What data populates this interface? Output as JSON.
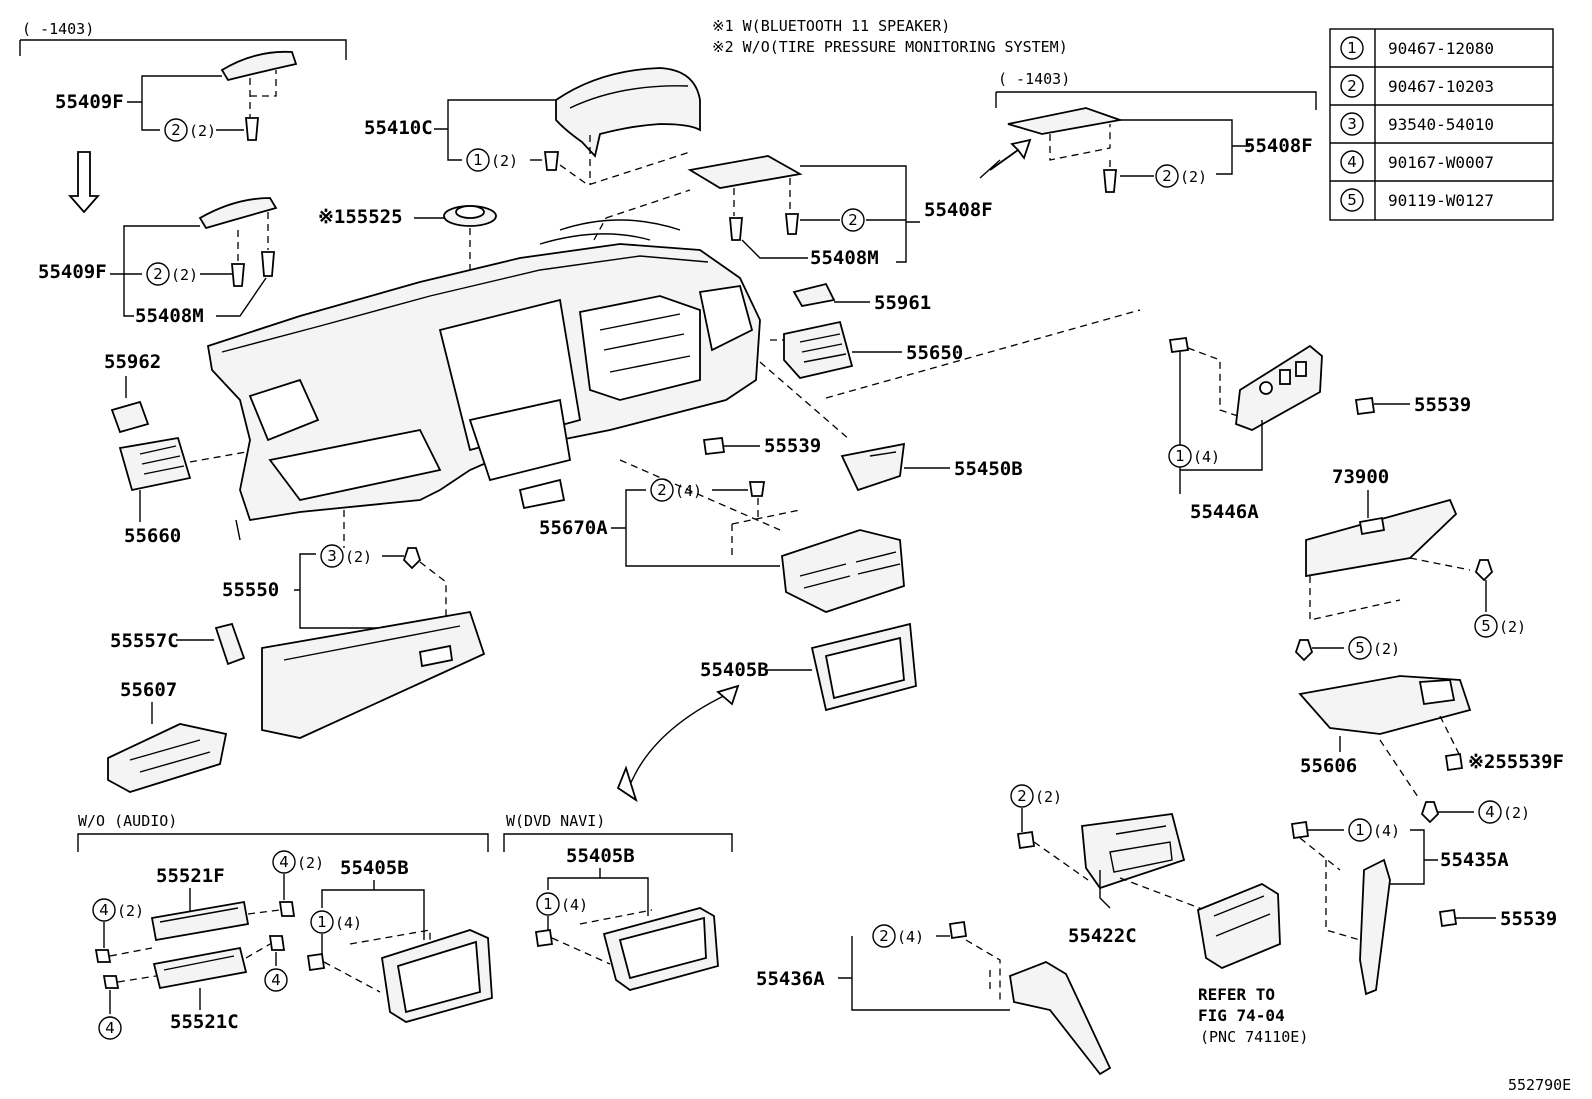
{
  "notes": {
    "note1": "※1  W(BLUETOOTH  11 SPEAKER)",
    "note2": "※2  W/O(TIRE PRESSURE MONITORING SYSTEM)"
  },
  "date_ranges": {
    "left": "(     -1403)",
    "right": "(     -1403)"
  },
  "fastener_table": [
    {
      "num": "1",
      "part": "90467-12080"
    },
    {
      "num": "2",
      "part": "90467-10203"
    },
    {
      "num": "3",
      "part": "93540-54010"
    },
    {
      "num": "4",
      "part": "90167-W0007"
    },
    {
      "num": "5",
      "part": "90119-W0127"
    }
  ],
  "labels": {
    "p55409F_a": "55409F",
    "p55409F_b": "55409F",
    "p55408M_a": "55408M",
    "p55410C": "55410C",
    "p55525": "※155525",
    "p55408F_mid": "55408F",
    "p55408M_mid": "55408M",
    "p55408F_right": "55408F",
    "p55961": "55961",
    "p55650": "55650",
    "p55962": "55962",
    "p55660": "55660",
    "p55539_mid": "55539",
    "p55450B": "55450B",
    "p55670A": "55670A",
    "p55550": "55550",
    "p55557C": "55557C",
    "p55607": "55607",
    "p55405B_mid": "55405B",
    "p55539_right": "55539",
    "p55446A": "55446A",
    "p73900": "73900",
    "p55606": "55606",
    "p55539F": "※255539F",
    "p55435A": "55435A",
    "p55539_low": "55539",
    "p55422C": "55422C",
    "p55436A": "55436A",
    "p55521F": "55521F",
    "p55521C": "55521C",
    "p55405B_audio": "55405B",
    "p55405B_dvd": "55405B"
  },
  "qty": {
    "q2": "(2)",
    "q4": "(4)"
  },
  "sections": {
    "wo_audio": "W/O (AUDIO)",
    "w_dvd": "W(DVD  NAVI)"
  },
  "refer": {
    "line1": "REFER TO",
    "line2": "FIG 74-04",
    "line3": "(PNC 74110E)"
  },
  "figure_id": "552790E"
}
